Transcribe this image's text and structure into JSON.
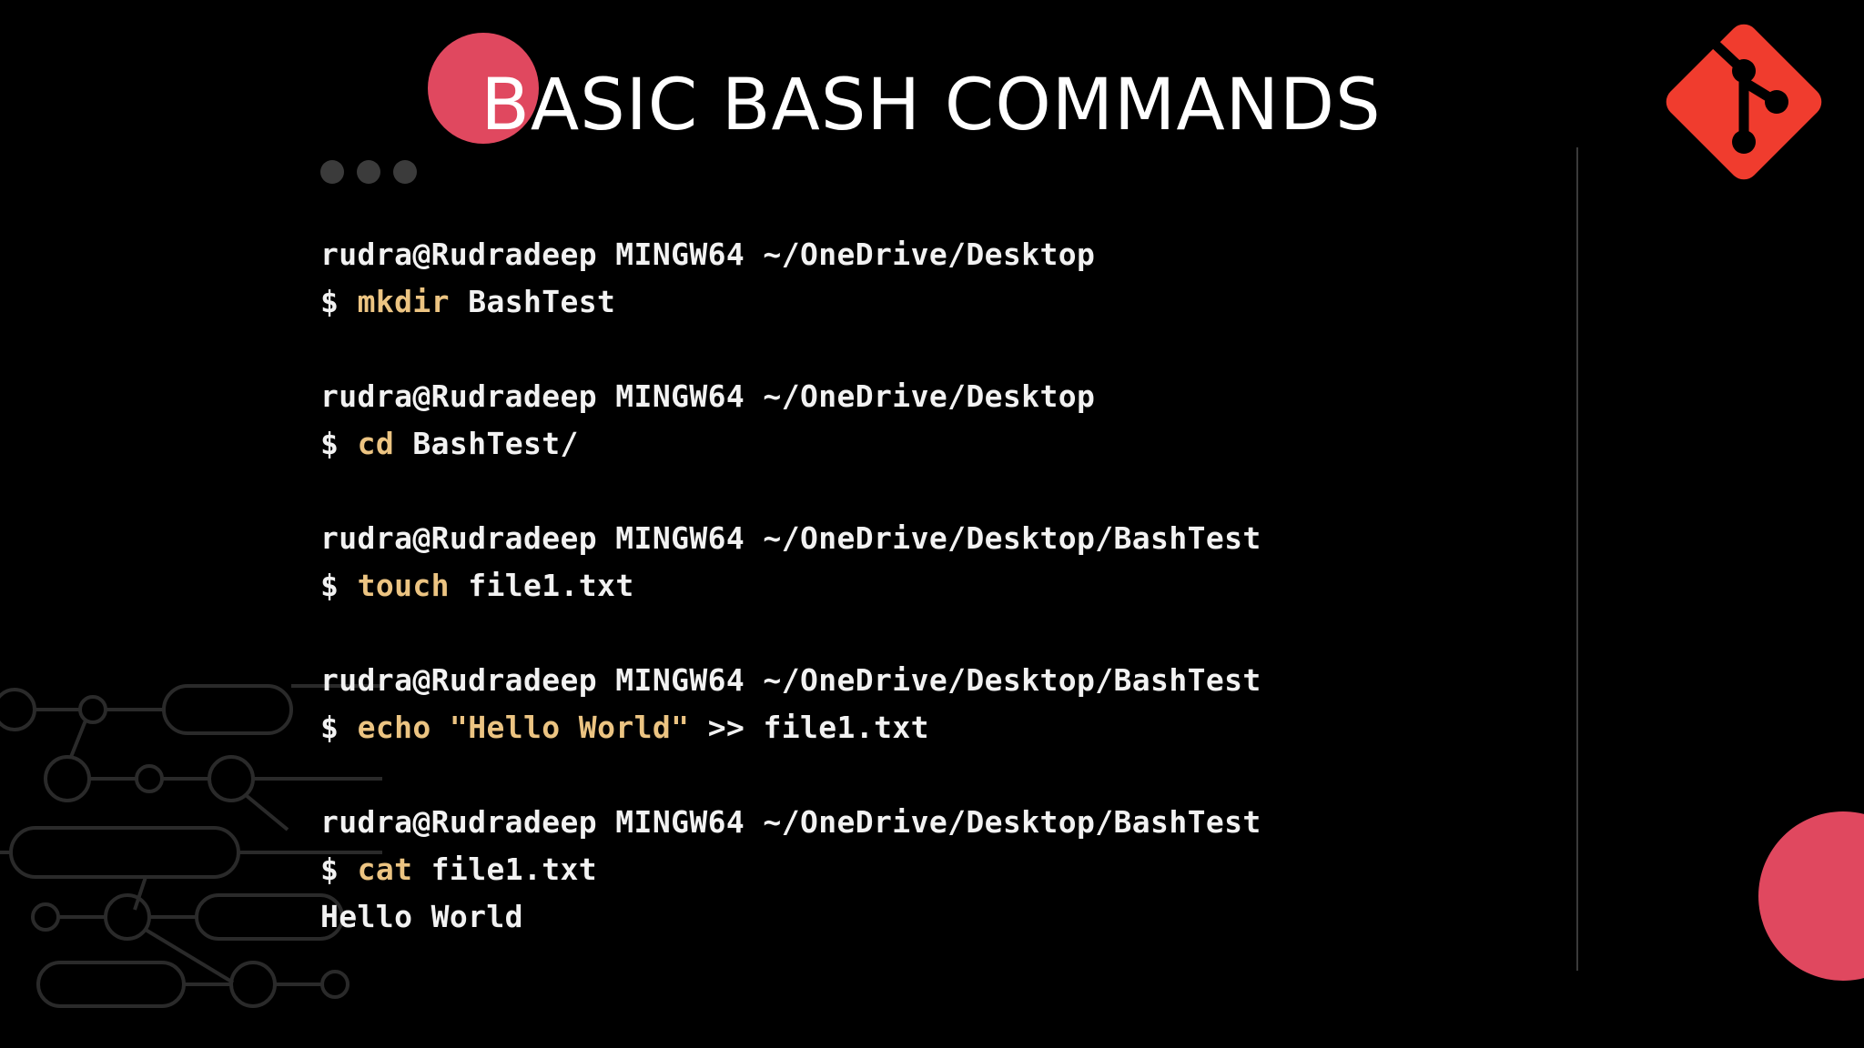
{
  "slide": {
    "title": "BASIC BASH COMMANDS"
  },
  "colors": {
    "background": "#000000",
    "accent_circle": "#e0485f",
    "git_logo": "#f03c2e",
    "command_highlight": "#ecc482",
    "text": "#f2f2f2"
  },
  "icons": {
    "logo": "git-logo-icon",
    "window_controls": "window-dots-icon",
    "background_pattern": "network-graph-icon"
  },
  "terminal": {
    "blocks": [
      {
        "prompt": "rudra@Rudradeep MINGW64 ~/OneDrive/Desktop",
        "symbol": "$",
        "command": "mkdir",
        "args": "BashTest"
      },
      {
        "prompt": "rudra@Rudradeep MINGW64 ~/OneDrive/Desktop",
        "symbol": "$",
        "command": "cd",
        "args": "BashTest/"
      },
      {
        "prompt": "rudra@Rudradeep MINGW64 ~/OneDrive/Desktop/BashTest",
        "symbol": "$",
        "command": "touch",
        "args": "file1.txt"
      },
      {
        "prompt": "rudra@Rudradeep MINGW64 ~/OneDrive/Desktop/BashTest",
        "symbol": "$",
        "command": "echo",
        "string_arg": "\"Hello World\"",
        "args": ">> file1.txt"
      },
      {
        "prompt": "rudra@Rudradeep MINGW64 ~/OneDrive/Desktop/BashTest",
        "symbol": "$",
        "command": "cat",
        "args": "file1.txt",
        "output": "Hello World"
      }
    ]
  }
}
